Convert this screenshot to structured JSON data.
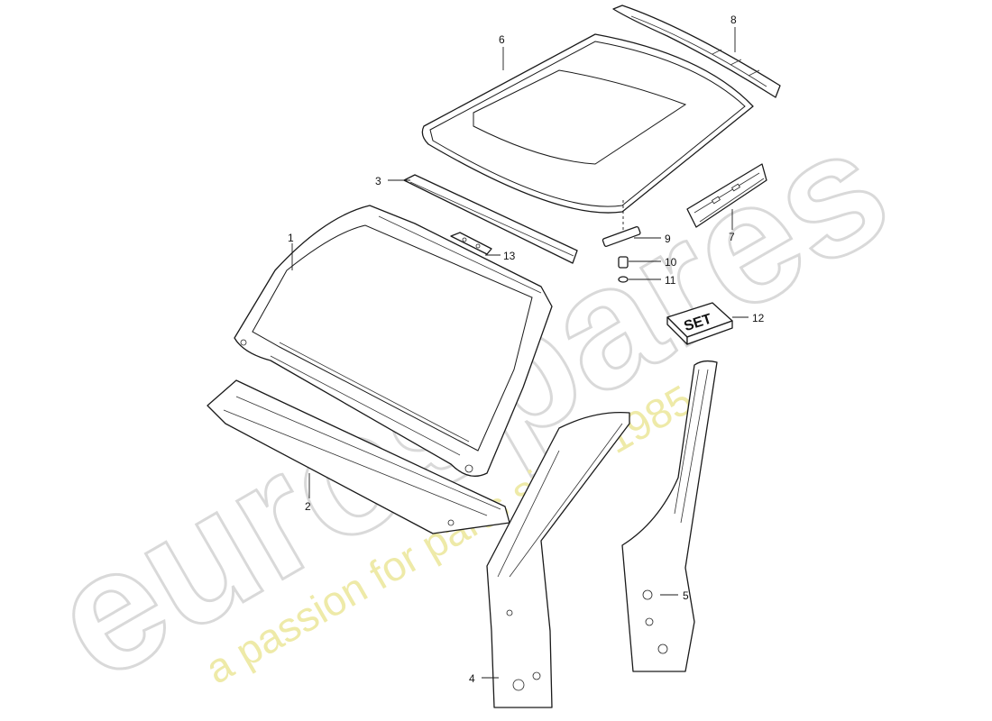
{
  "watermark": {
    "brand": "eurospares",
    "tagline": "a passion for parts since 1985"
  },
  "set_label": "SET",
  "callouts": [
    {
      "id": "1",
      "label": "1"
    },
    {
      "id": "2",
      "label": "2"
    },
    {
      "id": "3",
      "label": "3"
    },
    {
      "id": "4",
      "label": "4"
    },
    {
      "id": "5",
      "label": "5"
    },
    {
      "id": "6",
      "label": "6"
    },
    {
      "id": "7",
      "label": "7"
    },
    {
      "id": "8",
      "label": "8"
    },
    {
      "id": "9",
      "label": "9"
    },
    {
      "id": "10",
      "label": "10"
    },
    {
      "id": "11",
      "label": "11"
    },
    {
      "id": "12",
      "label": "12"
    },
    {
      "id": "13",
      "label": "13"
    }
  ]
}
